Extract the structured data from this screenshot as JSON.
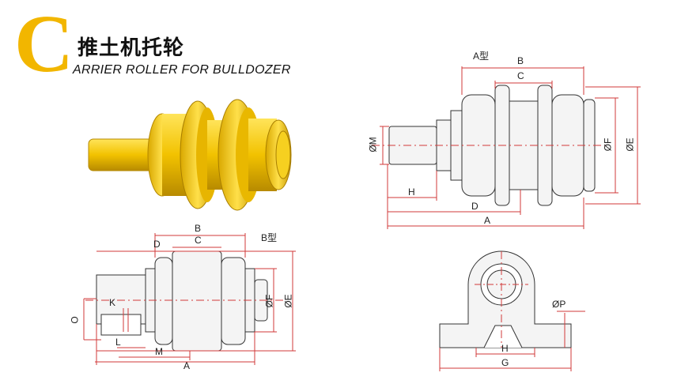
{
  "header": {
    "logo_letter": "C",
    "title_cn": "推土机托轮",
    "title_en": "ARRIER ROLLER FOR BULLDOZER"
  },
  "diagram_a": {
    "type_label": "A型",
    "dims": {
      "B": "B",
      "C": "C",
      "M": "ØM",
      "F": "ØF",
      "E": "ØE",
      "H": "H",
      "D": "D",
      "A": "A"
    }
  },
  "diagram_b": {
    "type_label": "B型",
    "dims": {
      "D": "D",
      "B": "B",
      "C": "C",
      "K": "K",
      "O": "O",
      "L": "L",
      "M": "M",
      "A": "A",
      "F": "ØF",
      "E": "ØE"
    }
  },
  "diagram_bracket": {
    "dims": {
      "P": "ØP",
      "H": "H",
      "G": "G"
    }
  },
  "colors": {
    "accent": "#f2b600",
    "dimension_line": "#d23a3a",
    "part_fill": "#f4f4f4",
    "outline": "#333333"
  }
}
